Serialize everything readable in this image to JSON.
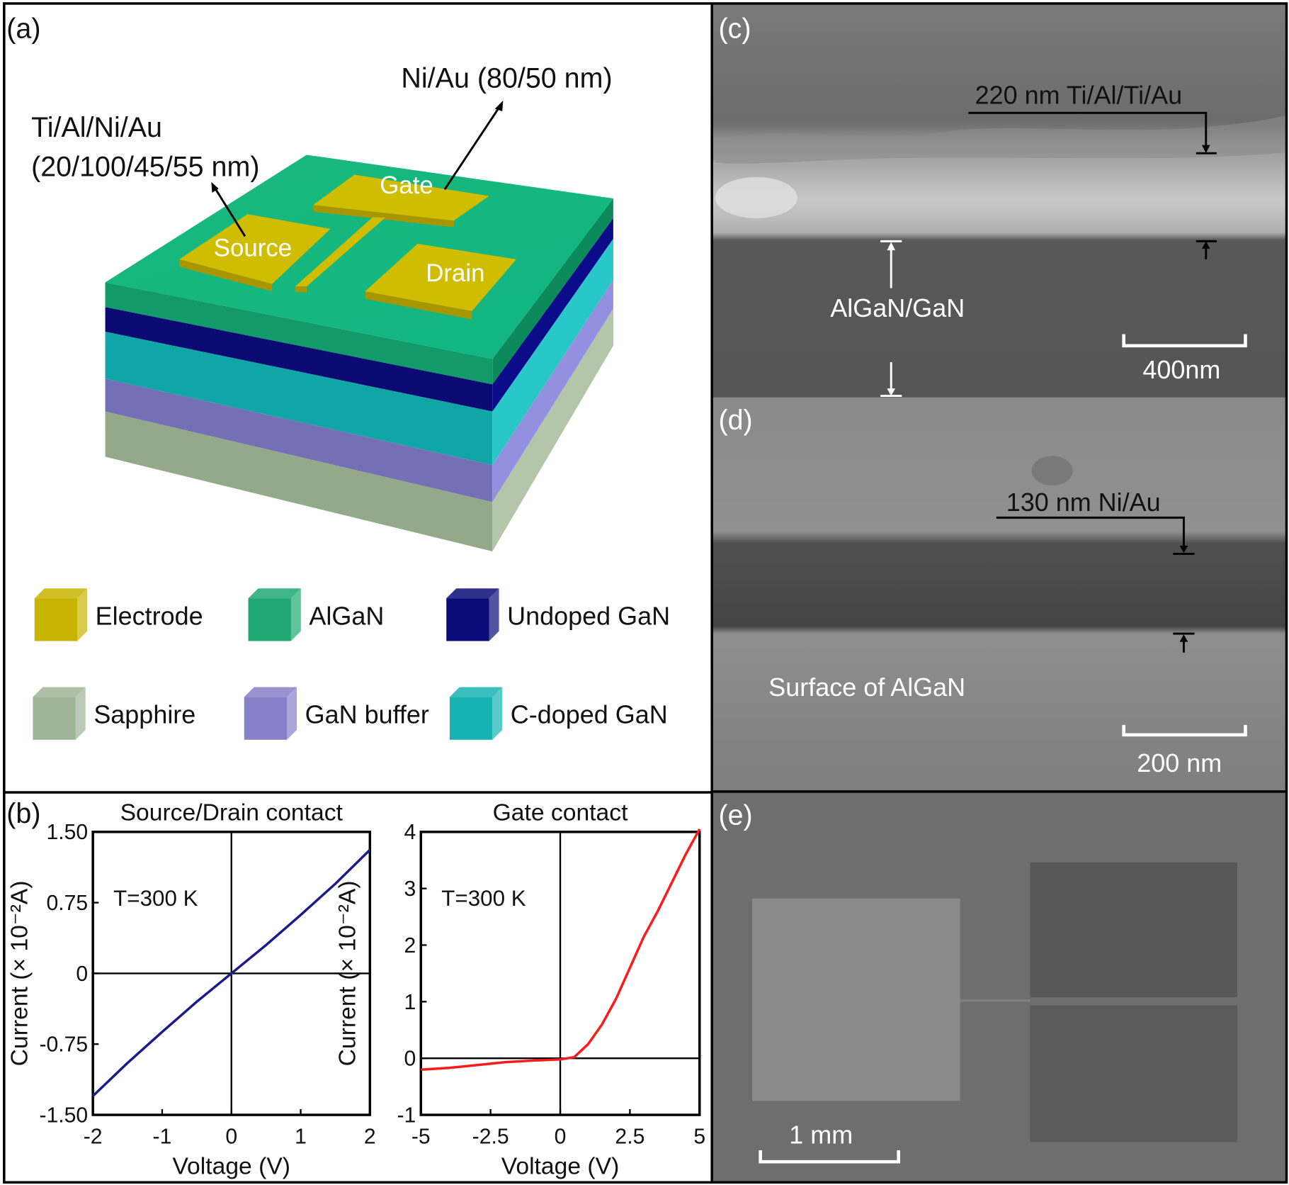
{
  "panel_a": {
    "label": "(a)",
    "source_drain_metal": "Ti/Al/Ni/Au",
    "source_drain_thickness": "(20/100/45/55 nm)",
    "gate_metal": "Ni/Au (80/50 nm)",
    "electrodes": {
      "source": "Source",
      "gate": "Gate",
      "drain": "Drain"
    },
    "legend": [
      {
        "label": "Electrode",
        "color": "#c8b400"
      },
      {
        "label": "AlGaN",
        "color": "#1fa873"
      },
      {
        "label": "Undoped GaN",
        "color": "#0a0a78"
      },
      {
        "label": "Sapphire",
        "color": "#9fb496"
      },
      {
        "label": "GaN buffer",
        "color": "#8580c8"
      },
      {
        "label": "C-doped GaN",
        "color": "#17b2b2"
      }
    ]
  },
  "panel_b": {
    "label": "(b)"
  },
  "chart_data": [
    {
      "type": "line",
      "title": "Source/Drain contact",
      "xlabel": "Voltage (V)",
      "ylabel": "Current (× 10⁻²A)",
      "annotation": "T=300 K",
      "xlim": [
        -2,
        2
      ],
      "ylim": [
        -1.5,
        1.5
      ],
      "xticks": [
        "-2",
        "-1",
        "0",
        "1",
        "2"
      ],
      "yticks": [
        "-1.50",
        "-0.75",
        "0",
        "0.75",
        "1.50"
      ],
      "color": "#1a1a8c",
      "x": [
        -2,
        -1.5,
        -1,
        -0.5,
        0,
        0.5,
        1,
        1.5,
        2
      ],
      "y": [
        -1.3,
        -0.95,
        -0.62,
        -0.3,
        0,
        0.3,
        0.62,
        0.95,
        1.31
      ]
    },
    {
      "type": "line",
      "title": "Gate contact",
      "xlabel": "Voltage (V)",
      "ylabel": "Current (× 10⁻²A)",
      "annotation": "T=300 K",
      "xlim": [
        -5,
        5
      ],
      "ylim": [
        -1,
        4
      ],
      "xticks": [
        "-5",
        "-2.5",
        "0",
        "2.5",
        "5"
      ],
      "yticks": [
        "-1",
        "0",
        "1",
        "2",
        "3",
        "4"
      ],
      "color": "#ff1a1a",
      "x": [
        -5,
        -4,
        -3,
        -2,
        -1,
        0,
        0.5,
        1,
        1.5,
        2,
        2.5,
        3,
        3.5,
        4,
        4.5,
        5
      ],
      "y": [
        -0.2,
        -0.17,
        -0.12,
        -0.07,
        -0.04,
        -0.02,
        0.02,
        0.25,
        0.6,
        1.05,
        1.6,
        2.15,
        2.6,
        3.1,
        3.6,
        4.05
      ]
    }
  ],
  "panel_c": {
    "label": "(c)",
    "metal_label": "220 nm Ti/Al/Ti/Au",
    "layer_label": "AlGaN/GaN",
    "scale_bar": "400nm"
  },
  "panel_d": {
    "label": "(d)",
    "metal_label": "130 nm Ni/Au",
    "surface_label": "Surface of AlGaN",
    "scale_bar": "200 nm"
  },
  "panel_e": {
    "label": "(e)",
    "scale_bar": "1 mm"
  }
}
